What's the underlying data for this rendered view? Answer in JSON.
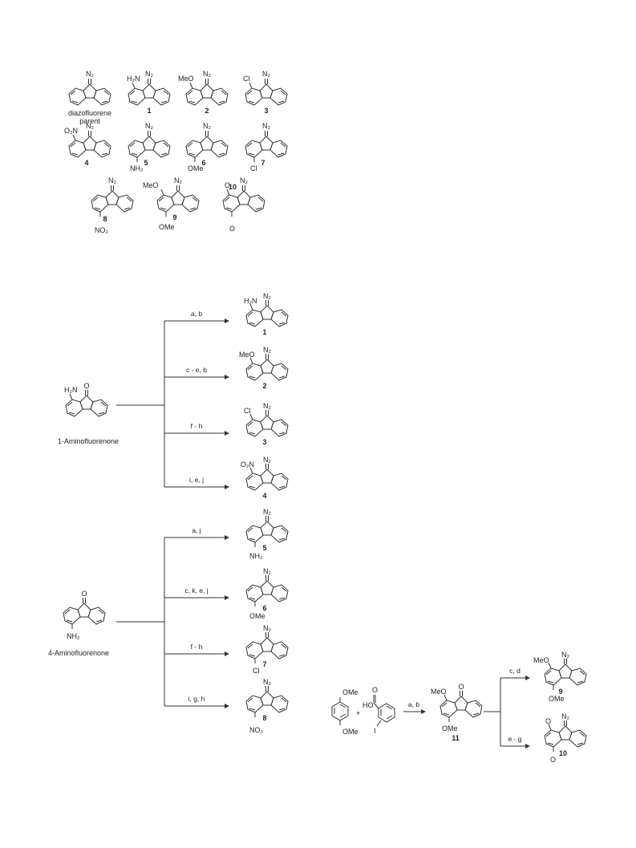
{
  "labels": {
    "n2": "N₂",
    "o": "O",
    "h2n": "H₂N",
    "nh2": "NH₂",
    "meo": "MeO",
    "ome": "OMe",
    "cl": "Cl",
    "o2n": "O₂N",
    "no2": "NO₂",
    "ho": "HO",
    "i": "I",
    "plus": "+"
  },
  "compounds": {
    "parent_l1": "diazofluorene",
    "parent_l2": "parent",
    "c1": "1",
    "c2": "2",
    "c3": "3",
    "c4": "4",
    "c5": "5",
    "c6": "6",
    "c7": "7",
    "c8": "8",
    "c9": "9",
    "c10": "10",
    "c11": "11"
  },
  "starting_materials": {
    "amino1": "1-Aminofluorenone",
    "amino4": "4-Aminofluorenone"
  },
  "conditions": {
    "to1": "a, b",
    "to2": "c - e, b",
    "to3": "f - h",
    "to4": "i, e, j",
    "to5": "a, j",
    "to6": "c, k, e, j",
    "to7": "f - h",
    "to8": "i, g, h",
    "to11": "a, b",
    "to9": "c, d",
    "to10": "e - g"
  }
}
